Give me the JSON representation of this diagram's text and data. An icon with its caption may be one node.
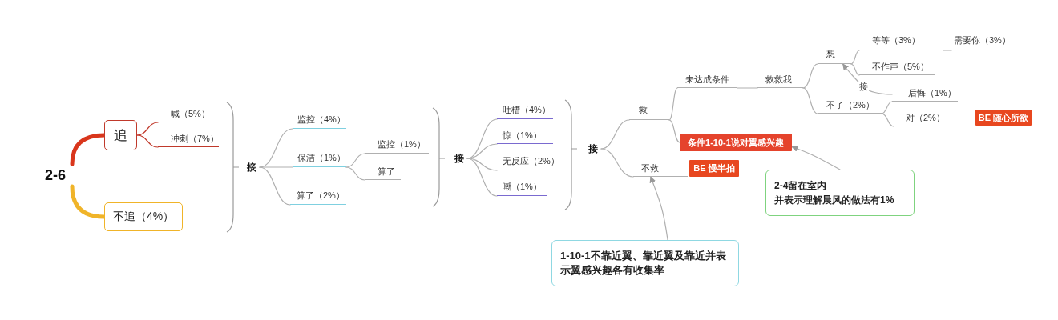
{
  "diagram": {
    "nodes": [
      {
        "text": [
          "2-6"
        ]
      },
      {
        "text": [
          "追"
        ]
      },
      {
        "text": [
          "喊（5%）"
        ]
      },
      {
        "text": [
          "冲刺（7%）"
        ]
      },
      {
        "text": [
          "不追（4%）"
        ]
      },
      {
        "text": [
          "接"
        ]
      },
      {
        "text": [
          "监控（4%）"
        ]
      },
      {
        "text": [
          "保洁（1%）"
        ]
      },
      {
        "text": [
          "监控（1%）"
        ]
      },
      {
        "text": [
          "算了"
        ]
      },
      {
        "text": [
          "算了（2%）"
        ]
      },
      {
        "text": [
          "接"
        ]
      },
      {
        "text": [
          "吐槽（4%）"
        ]
      },
      {
        "text": [
          "惊（1%）"
        ]
      },
      {
        "text": [
          "无反应（2%）"
        ]
      },
      {
        "text": [
          "嘲（1%）"
        ]
      },
      {
        "text": [
          "接"
        ]
      },
      {
        "text": [
          "救"
        ]
      },
      {
        "text": [
          "未达成条件"
        ]
      },
      {
        "text": [
          "救救我"
        ]
      },
      {
        "text": [
          "想"
        ]
      },
      {
        "text": [
          "等等（3%）"
        ]
      },
      {
        "text": [
          "需要你（3%）"
        ]
      },
      {
        "text": [
          "不作声（5%）"
        ]
      },
      {
        "text": [
          "后悔（1%）"
        ]
      },
      {
        "text": [
          "不了（2%）"
        ]
      },
      {
        "text": [
          "对（2%）"
        ]
      },
      {
        "text": [
          "BE 随心所欲"
        ]
      },
      {
        "text": [
          "条件1-10-1说对翼感兴趣"
        ]
      },
      {
        "text": [
          "不救"
        ]
      },
      {
        "text": [
          "BE 慢半拍"
        ]
      },
      {
        "text": [
          "2-4留在室内",
          "并表示理解晨风的做法有1%"
        ]
      },
      {
        "text": [
          "1-10-1不靠近翼、靠近翼及靠近并表示翼感兴趣各有收集率"
        ]
      }
    ],
    "edges": [
      {
        "from": 0,
        "to": 1,
        "arrow": "none",
        "style": "thick",
        "color": "#d9361c"
      },
      {
        "from": 0,
        "to": 4,
        "arrow": "none",
        "style": "thick",
        "color": "#f0b429"
      },
      {
        "from": 1,
        "to": 2,
        "arrow": "none",
        "color": "#c0392b"
      },
      {
        "from": 1,
        "to": 3,
        "arrow": "none",
        "color": "#c0392b"
      },
      {
        "from": 5,
        "to": 6,
        "arrow": "none"
      },
      {
        "from": 5,
        "to": 7,
        "arrow": "none"
      },
      {
        "from": 5,
        "to": 10,
        "arrow": "none"
      },
      {
        "from": 7,
        "to": 8,
        "arrow": "none"
      },
      {
        "from": 7,
        "to": 9,
        "arrow": "none"
      },
      {
        "from": 11,
        "to": 12,
        "arrow": "none"
      },
      {
        "from": 11,
        "to": 13,
        "arrow": "none"
      },
      {
        "from": 11,
        "to": 14,
        "arrow": "none"
      },
      {
        "from": 11,
        "to": 15,
        "arrow": "none"
      },
      {
        "from": 16,
        "to": 17,
        "arrow": "none"
      },
      {
        "from": 16,
        "to": 29,
        "arrow": "none"
      },
      {
        "from": 17,
        "to": 18,
        "arrow": "none"
      },
      {
        "from": 17,
        "to": 28,
        "arrow": "none"
      },
      {
        "from": 18,
        "to": 19,
        "arrow": "none"
      },
      {
        "from": 19,
        "to": 20,
        "arrow": "none"
      },
      {
        "from": 19,
        "to": 25,
        "arrow": "none"
      },
      {
        "from": 20,
        "to": 21,
        "arrow": "none"
      },
      {
        "from": 20,
        "to": 23,
        "arrow": "none"
      },
      {
        "from": 21,
        "to": 22,
        "arrow": "none"
      },
      {
        "from": 25,
        "to": 24,
        "arrow": "none"
      },
      {
        "from": 25,
        "to": 26,
        "arrow": "none"
      },
      {
        "from": 24,
        "to": 20,
        "arrow": "to",
        "label": "接"
      },
      {
        "from": 31,
        "to": 28,
        "arrow": "to"
      },
      {
        "from": 32,
        "to": 29,
        "arrow": "to"
      }
    ]
  }
}
